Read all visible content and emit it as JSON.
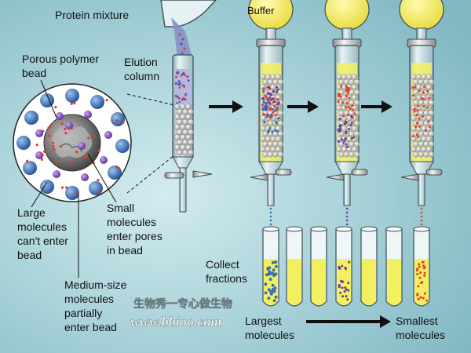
{
  "labels": {
    "protein_mixture": "Protein mixture",
    "porous_bead": [
      "Porous polymer",
      "bead"
    ],
    "elution_column": [
      "Elution",
      "column"
    ],
    "buffer": "Buffer",
    "large_molecules": [
      "Large",
      "molecules",
      "can't enter",
      "bead"
    ],
    "small_molecules": [
      "Small",
      "molecules",
      "enter pores",
      "in bead"
    ],
    "medium_molecules": [
      "Medium-size",
      "molecules",
      "partially",
      "enter bead"
    ],
    "collect_fractions": [
      "Collect",
      "fractions"
    ],
    "largest": [
      "Largest",
      "molecules"
    ],
    "smallest": [
      "Smallest",
      "molecules"
    ]
  },
  "watermark": {
    "cn": "生物秀一专心做生物",
    "url": "www.bbioo.com"
  },
  "colors": {
    "background": "#a8d4db",
    "large_molecule": "#3f6fb4",
    "medium_molecule": "#6a3ca0",
    "small_molecule": "#e43a2c",
    "buffer": "#f2f060",
    "buffer_bulb": "#f6ef72",
    "bead": "#c8c8c8"
  },
  "diagram": {
    "fractions": [
      {
        "name": "fraction-1",
        "contents": "large"
      },
      {
        "name": "fraction-2",
        "contents": "none"
      },
      {
        "name": "fraction-3",
        "contents": "none"
      },
      {
        "name": "fraction-4",
        "contents": "medium"
      },
      {
        "name": "fraction-5",
        "contents": "none"
      },
      {
        "name": "fraction-6",
        "contents": "none"
      },
      {
        "name": "fraction-7",
        "contents": "small"
      }
    ]
  }
}
